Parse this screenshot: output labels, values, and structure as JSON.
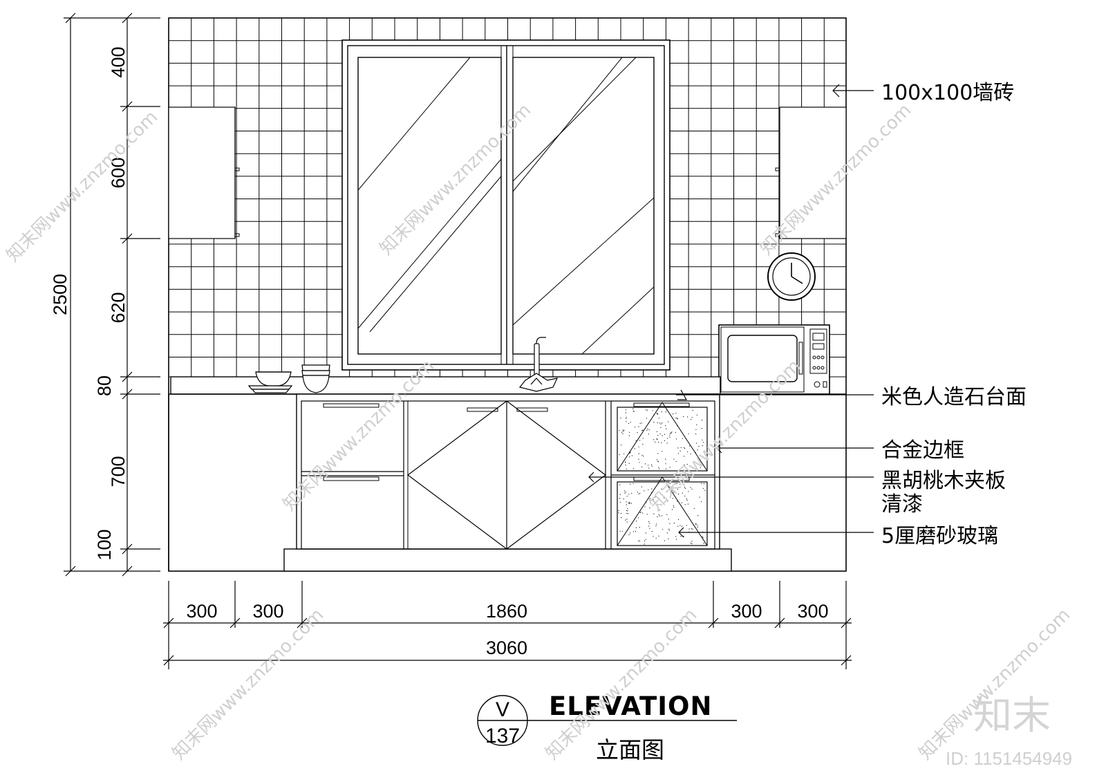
{
  "drawing": {
    "title_en": "ELEVATION",
    "title_cn": "立面图",
    "callout_top": "V",
    "callout_bottom": "137"
  },
  "dimensions": {
    "total_height": "2500",
    "vertical_segments": [
      "400",
      "600",
      "620",
      "80",
      "700",
      "100"
    ],
    "horizontal_segments": [
      "300",
      "300",
      "1860",
      "300",
      "300"
    ],
    "total_width": "3060"
  },
  "annotations": {
    "wall_tile": "100x100墙砖",
    "countertop": "米色人造石台面",
    "alloy_frame": "合金边框",
    "walnut_line1": "黑胡桃木夹板",
    "walnut_line2": "清漆",
    "frosted_glass": "5厘磨砂玻璃"
  },
  "watermark": {
    "site": "知末网www.znzmo.com",
    "logo": "知末",
    "id": "ID: 1151454949"
  }
}
